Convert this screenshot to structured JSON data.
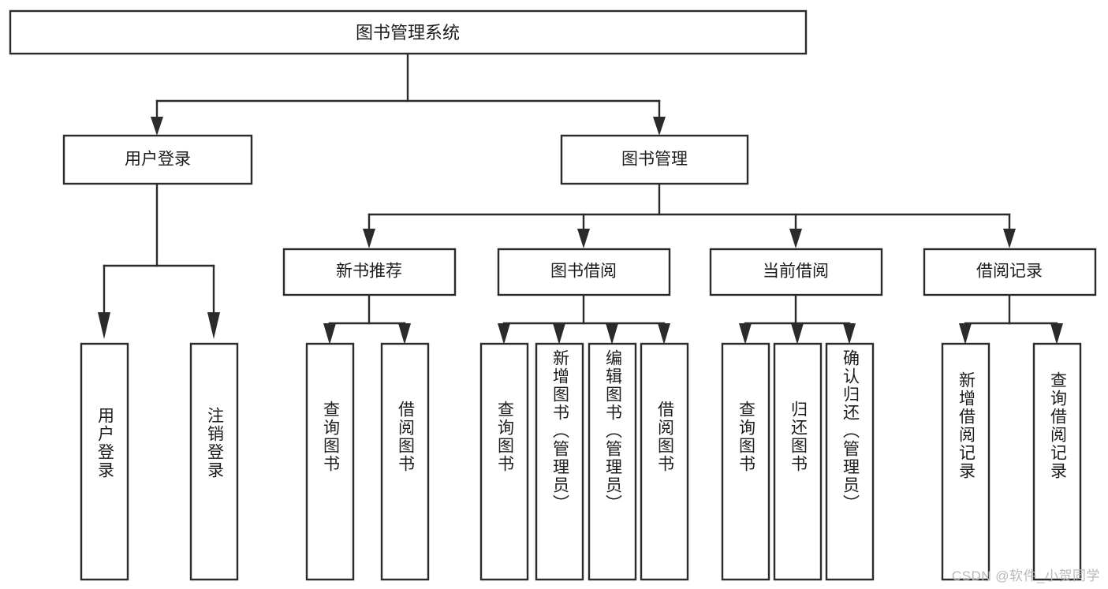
{
  "diagram": {
    "title": "图书管理系统",
    "type": "hierarchy-tree",
    "orientation": "top-down",
    "colors": {
      "box_fill": "#ffffff",
      "box_stroke": "#2b2b2b",
      "text": "#1c1c1c",
      "watermark": "#b9b9b9",
      "background": "#ffffff"
    },
    "levels": {
      "root": {
        "label": "图书管理系统"
      },
      "level2": [
        {
          "label": "用户登录"
        },
        {
          "label": "图书管理"
        }
      ],
      "level3": [
        {
          "label": "新书推荐"
        },
        {
          "label": "图书借阅"
        },
        {
          "label": "当前借阅"
        },
        {
          "label": "借阅记录"
        }
      ]
    },
    "leaves": {
      "user_login_group": [
        {
          "label": "用户登录"
        },
        {
          "label": "注销登录"
        }
      ],
      "new_book_group": [
        {
          "label": "查询图书"
        },
        {
          "label": "借阅图书"
        }
      ],
      "borrow_group": [
        {
          "label": "查询图书"
        },
        {
          "label": "新增图书（管理员）"
        },
        {
          "label": "编辑图书（管理员）"
        },
        {
          "label": "借阅图书"
        }
      ],
      "current_borrow_group": [
        {
          "label": "查询图书"
        },
        {
          "label": "归还图书"
        },
        {
          "label": "确认归还（管理员）"
        }
      ],
      "record_group": [
        {
          "label": "新增借阅记录"
        },
        {
          "label": "查询借阅记录"
        }
      ]
    },
    "watermark": "CSDN @软件_小贺同学"
  }
}
